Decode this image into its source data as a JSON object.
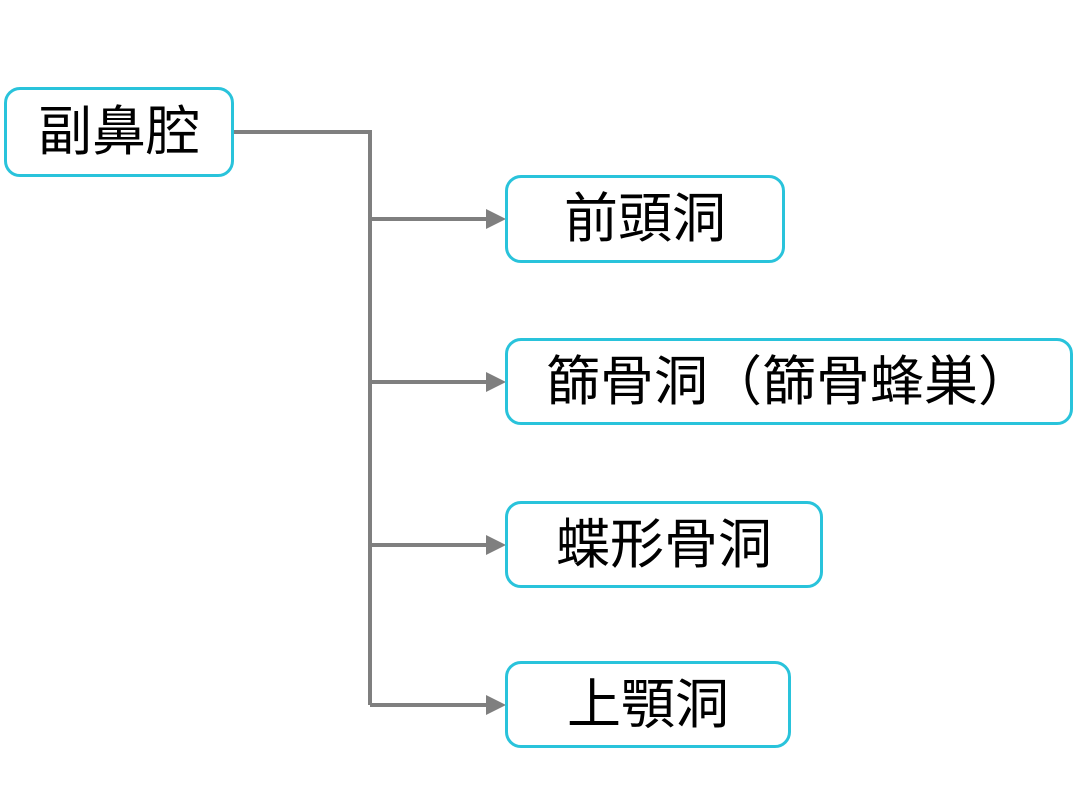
{
  "diagram": {
    "title": "paranasal-sinuses-tree",
    "root": {
      "label": "副鼻腔"
    },
    "children": [
      {
        "label": "前頭洞"
      },
      {
        "label": "篩骨洞（篩骨蜂巣）"
      },
      {
        "label": "蝶形骨洞"
      },
      {
        "label": "上顎洞"
      }
    ],
    "colors": {
      "box_border": "#29c3db",
      "connector": "#7f7f7f",
      "text": "#000000",
      "background": "#ffffff"
    }
  }
}
